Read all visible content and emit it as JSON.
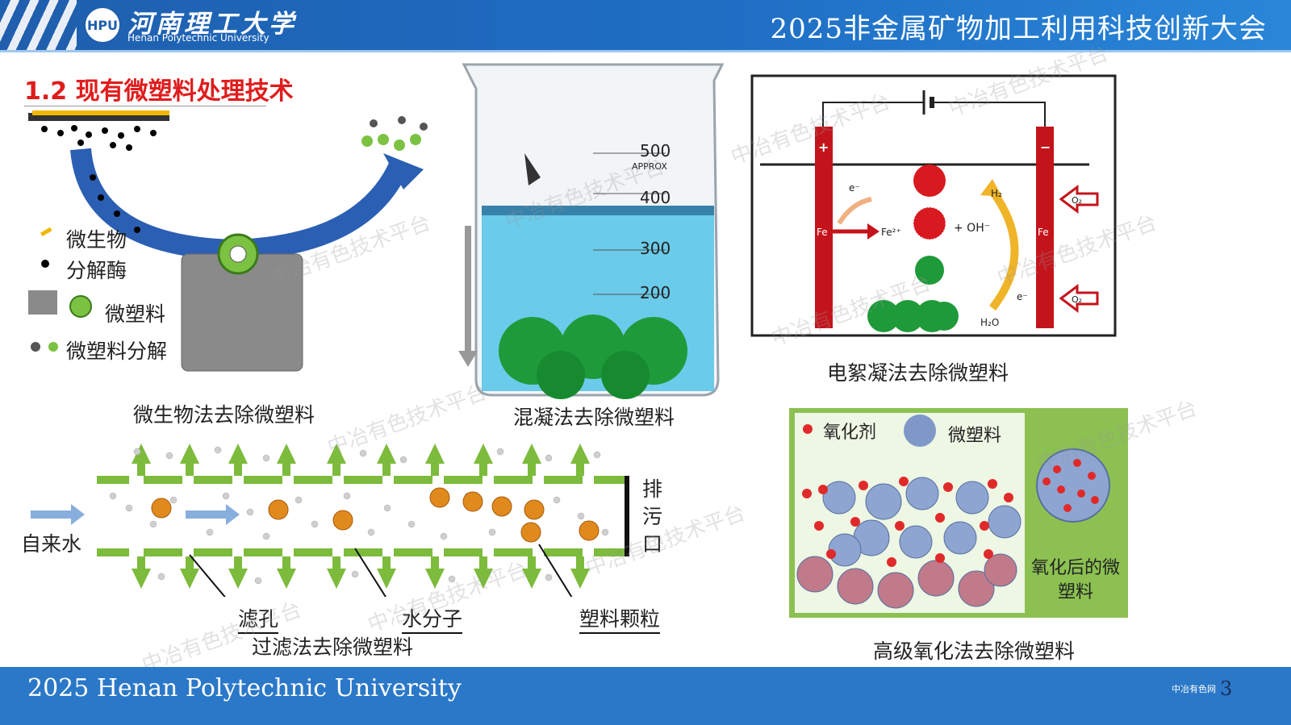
{
  "header": {
    "university_cn": "河南理工大学",
    "university_en": "Henan Polytechnic University",
    "conference_title": "2025非金属矿物加工利用科技创新大会",
    "logo_text": "HPU"
  },
  "section_title": "1.2 现有微塑料处理技术",
  "microbial": {
    "legend": [
      "微生物",
      "分解酶",
      "微塑料",
      "微塑料分解"
    ],
    "caption": "微生物法去除微塑料"
  },
  "coagulation": {
    "caption": "混凝法去除微塑料",
    "beaker_marks": [
      "500",
      "APPROX",
      "400",
      "300",
      "200"
    ]
  },
  "electro": {
    "caption": "电絮凝法去除微塑料",
    "labels": {
      "plus": "+",
      "minus": "−",
      "fe": "Fe",
      "fe2": "Fe²⁺",
      "oh": "+ OH⁻",
      "e": "e⁻",
      "h2": "H₂",
      "h2o": "H₂O",
      "o2": "O₂"
    }
  },
  "filtration": {
    "inlet": "自来水",
    "outlet": "排污口",
    "labels": [
      "滤孔",
      "水分子",
      "塑料颗粒"
    ],
    "caption": "过滤法去除微塑料"
  },
  "oxidation": {
    "legend": [
      "氧化剂",
      "微塑料"
    ],
    "after_label": "氧化后的微塑料",
    "caption": "高级氧化法去除微塑料"
  },
  "watermark": "中冶有色技术平台",
  "footer": {
    "text": "2025 Henan Polytechnic University",
    "page": "3",
    "site": "中冶有色网"
  },
  "colors": {
    "header_blue": "#1f5fae",
    "title_red": "#e01c1c",
    "footer_blue": "#2b78c8",
    "membrane_green": "#7dbb3c",
    "panel_green": "#8cc152"
  }
}
